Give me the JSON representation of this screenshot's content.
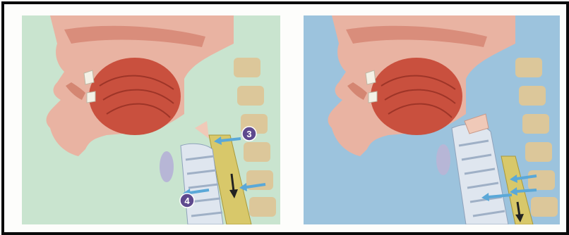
{
  "colors": {
    "left_background": "#c9e4cf",
    "right_background": "#9cc3dd",
    "tissue_pink": "#e9b3a2",
    "muscle_red": "#c9503e",
    "bone_tan": "#dcc79a",
    "esophagus_yellow": "#d8c86a",
    "arrow_blue": "#5aa8d8",
    "badge_purple": "#5e4a8e",
    "frame_black": "#0a0a0a"
  },
  "panels": [
    {
      "badges": [
        {
          "label": "3"
        },
        {
          "label": "4"
        }
      ],
      "arrows": [
        "arrow-right-to-left",
        "arrow-right-to-left",
        "arrow-down"
      ]
    },
    {
      "badges": [],
      "arrows": [
        "arrow-right-to-left",
        "arrow-right-to-left",
        "arrow-right-to-left",
        "arrow-down"
      ]
    }
  ]
}
